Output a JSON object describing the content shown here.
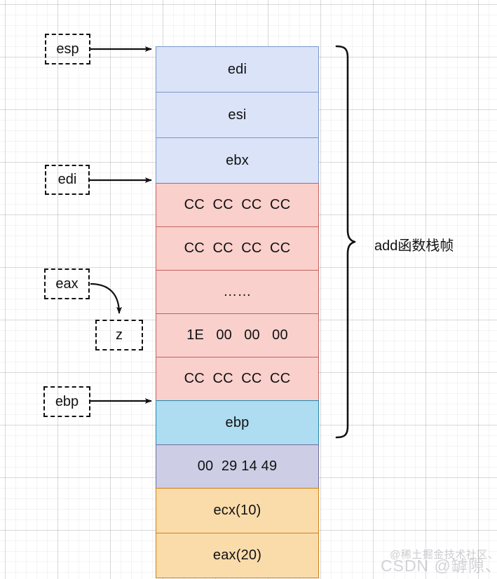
{
  "diagram": {
    "title": "stack-frame-diagram",
    "frame_label": "add函数栈帧",
    "stack_cells": [
      {
        "text": "edi",
        "color": "#dae3f8",
        "group": "saved-registers"
      },
      {
        "text": "esi",
        "color": "#dae3f8",
        "group": "saved-registers"
      },
      {
        "text": "ebx",
        "color": "#dae3f8",
        "group": "saved-registers"
      },
      {
        "text": "CC  CC  CC  CC",
        "color": "#f9d0cc",
        "group": "locals-fill"
      },
      {
        "text": "CC  CC  CC  CC",
        "color": "#f9d0cc",
        "group": "locals-fill"
      },
      {
        "text": "……",
        "color": "#f9d0cc",
        "group": "locals-fill"
      },
      {
        "text": "1E   00   00   00",
        "color": "#f9d0cc",
        "group": "local-z"
      },
      {
        "text": "CC  CC  CC  CC",
        "color": "#f9d0cc",
        "group": "locals-fill"
      },
      {
        "text": "ebp",
        "color": "#aedcf0",
        "group": "saved-ebp"
      },
      {
        "text": "00  29 14 49",
        "color": "#cdcde6",
        "group": "return-address"
      },
      {
        "text": "ecx(10)",
        "color": "#fadcab",
        "group": "arguments"
      },
      {
        "text": "eax(20)",
        "color": "#fadcab",
        "group": "arguments"
      }
    ],
    "pointers": [
      {
        "name": "esp",
        "label": "esp"
      },
      {
        "name": "edi",
        "label": "edi"
      },
      {
        "name": "eax",
        "label": "eax"
      },
      {
        "name": "z",
        "label": "z"
      },
      {
        "name": "ebp",
        "label": "ebp"
      }
    ],
    "watermarks": {
      "juejin": "@稀土掘金技术社区、",
      "csdn": "CSDN @罅隙、"
    },
    "colors": {
      "blue_fill": "#dae3f8",
      "blue_border": "#7a97c7",
      "pink_fill": "#f9d0cc",
      "pink_border": "#c3635e",
      "cyan_fill": "#aedcf0",
      "cyan_border": "#2585ab",
      "purple_fill": "#cdcde6",
      "purple_border": "#6f6f9c",
      "orange_fill": "#fadcab",
      "orange_border": "#cf8016",
      "line": "#111111"
    }
  }
}
